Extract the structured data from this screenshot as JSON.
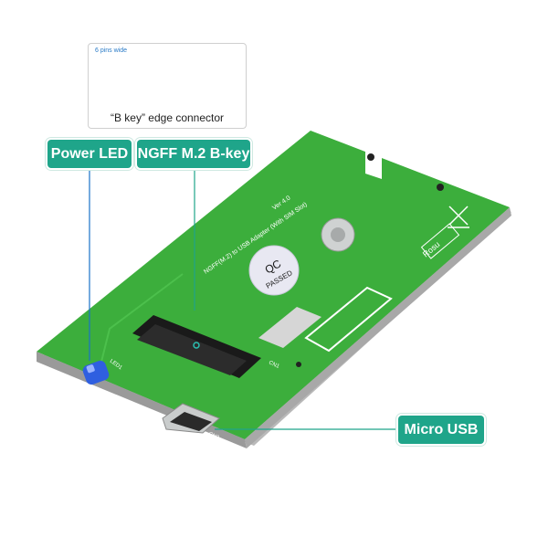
{
  "callouts": {
    "power_led": "Power LED",
    "ngff": "NGFF M.2 B-key",
    "micro_usb": "Micro USB"
  },
  "inset": {
    "pins_label": "6 pins wide",
    "caption": "“B key” edge connector"
  },
  "board": {
    "silkscreen_line1": "NGFF(M.2) to USB Adapter (With SIM Slot)",
    "silkscreen_line2": "Ver 4.0",
    "brand": "Rosu",
    "qc_top": "QC",
    "qc_bottom": "PASSED",
    "led_label": "LED1",
    "cn_label": "CN1",
    "cn2_label": "CN2"
  },
  "colors": {
    "callout_bg": "#1fa58a",
    "pcb_green": "#3cae3c",
    "pcb_edge": "#9a9a9a",
    "gold": "#d8b42c",
    "led_blue": "#2f5fe0"
  }
}
